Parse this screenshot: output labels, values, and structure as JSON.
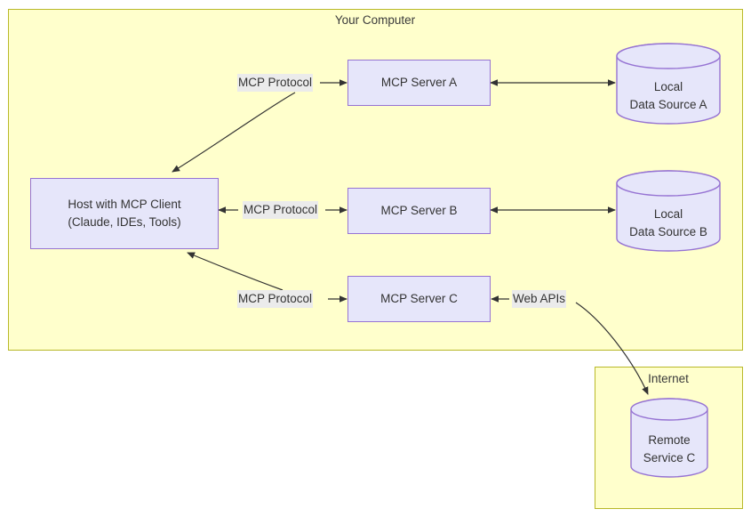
{
  "diagram": {
    "type": "architecture-diagram",
    "containers": [
      {
        "id": "your-computer",
        "title": "Your Computer",
        "fill": "#ffffcc",
        "stroke": "#b8b828"
      },
      {
        "id": "internet",
        "title": "Internet",
        "fill": "#ffffcc",
        "stroke": "#b8b828"
      }
    ],
    "host": {
      "line1": "Host with MCP Client",
      "line2": "(Claude, IDEs, Tools)"
    },
    "servers": [
      {
        "id": "server-a",
        "label": "MCP Server A"
      },
      {
        "id": "server-b",
        "label": "MCP Server B"
      },
      {
        "id": "server-c",
        "label": "MCP Server C"
      }
    ],
    "datastores": [
      {
        "id": "local-data-source-a",
        "line1": "Local",
        "line2": "Data Source A"
      },
      {
        "id": "local-data-source-b",
        "line1": "Local",
        "line2": "Data Source B"
      },
      {
        "id": "remote-service-c",
        "line1": "Remote",
        "line2": "Service C"
      }
    ],
    "edge_labels": [
      {
        "id": "mcp-protocol-a",
        "text": "MCP Protocol"
      },
      {
        "id": "mcp-protocol-b",
        "text": "MCP Protocol"
      },
      {
        "id": "mcp-protocol-c",
        "text": "MCP Protocol"
      },
      {
        "id": "web-apis",
        "text": "Web APIs"
      }
    ],
    "colors": {
      "container_fill": "#ffffcc",
      "container_stroke": "#b8b828",
      "node_fill": "#e6e6fa",
      "node_stroke": "#9673d3",
      "edge_label_fill": "#ebebeb",
      "line": "#333333",
      "text": "#333333"
    }
  }
}
